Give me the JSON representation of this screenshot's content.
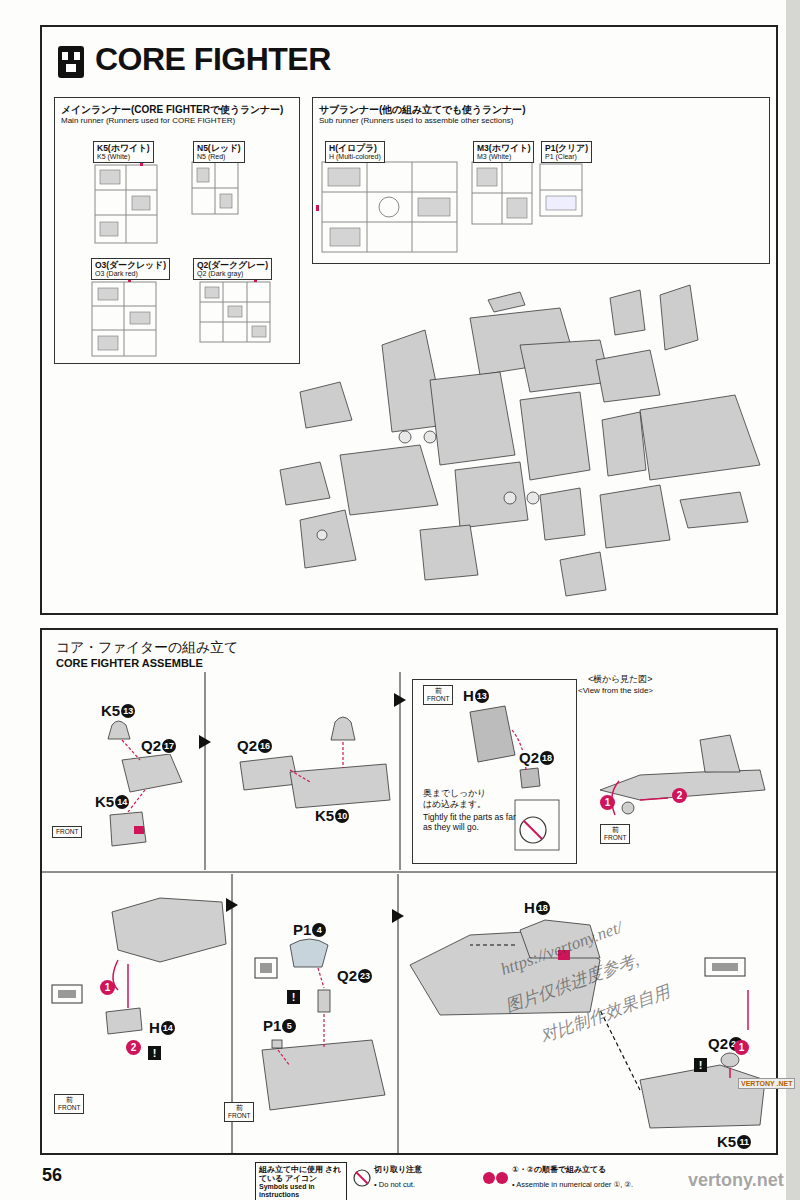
{
  "diagram": {
    "title": "CORE FIGHTER",
    "nodes": [
      {
        "text": [
          "CORE FIGHTER"
        ]
      },
      {
        "text": [
          "メインランナー(CORE FIGHTERで使うランナー)",
          "Main runner (Runners used for CORE FIGHTER)"
        ],
        "in": 0
      },
      {
        "text": [
          "K5(ホワイト)",
          "K5 (White)"
        ],
        "in": 1
      },
      {
        "text": [
          "N5(レッド)",
          "N5 (Red)"
        ],
        "in": 1
      },
      {
        "text": [
          "O3(ダークレッド)",
          "O3 (Dark red)"
        ],
        "in": 1
      },
      {
        "text": [
          "Q2(ダークグレー)",
          "Q2 (Dark gray)"
        ],
        "in": 1
      },
      {
        "text": [
          "サブランナー(他の組み立てでも使うランナー)",
          "Sub runner (Runners used to assemble other sections)"
        ],
        "in": 0
      },
      {
        "text": [
          "H(イロプラ)",
          "H (Multi-colored)"
        ],
        "in": 6
      },
      {
        "text": [
          "M3(ホワイト)",
          "M3 (White)"
        ],
        "in": 6
      },
      {
        "text": [
          "P1(クリア)",
          "P1 (Clear)"
        ],
        "in": 6
      },
      {
        "text": [
          "コア・ファイターの組み立て",
          "CORE FIGHTER ASSEMBLE"
        ]
      },
      {
        "text": [
          "FRONT"
        ],
        "in": 10
      },
      {
        "text": [
          "奥までしっかり はめ込みます。",
          "Tightly fit the parts as far as they will go."
        ],
        "in": 10
      },
      {
        "text": [
          "前",
          "FRONT"
        ],
        "in": 12
      },
      {
        "text": [
          "前",
          "FRONT"
        ],
        "in": 10
      },
      {
        "text": [
          "前",
          "FRONT"
        ],
        "in": 10
      },
      {
        "text": [
          "前",
          "FRONT"
        ],
        "in": 10
      },
      {
        "text": [
          "組み立て中に使用 されている アイコン",
          "Symbols used in instructions"
        ]
      }
    ],
    "labels": [
      "K5",
      "13",
      "Q2",
      "17",
      "K5",
      "14",
      "Q2",
      "16",
      "K5",
      "10",
      "H",
      "13",
      "Q2",
      "18",
      "<横から見た図>",
      "<View from the side>",
      "1",
      "2",
      "1",
      "2",
      "H",
      "14",
      "!",
      "P1",
      "4",
      "Q2",
      "23",
      "!",
      "P1",
      "5",
      "H",
      "18",
      "Q2",
      "22",
      "!",
      "1",
      "K5",
      "11",
      "https://vertony.net/",
      "图片仅供进度参考,",
      "对比制作效果自用",
      "VERTONY .NET",
      "vertony.net",
      "56",
      "切り取り注意",
      "• Do not cut.",
      "①・②の順番で組み立てる",
      "• Assemble in numerical order ①, ②."
    ]
  }
}
